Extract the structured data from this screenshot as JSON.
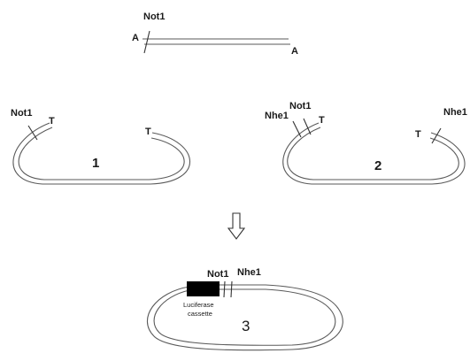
{
  "insert": {
    "site_label": "Not1",
    "end_left": "A",
    "end_right": "A"
  },
  "vector1": {
    "site_label": "Not1",
    "end_left": "T",
    "end_right": "T",
    "number": "1"
  },
  "vector2": {
    "site_label_a": "Not1",
    "site_label_b": "Nhe1",
    "site_label_c": "Nhe1",
    "end_left": "T",
    "end_right": "T",
    "number": "2"
  },
  "product": {
    "site_label_a": "Not1",
    "site_label_b": "Nhe1",
    "cassette_line1": "Luciferase",
    "cassette_line2": "cassette",
    "number": "3"
  },
  "colors": {
    "strand": "#5a5a5a",
    "text": "#1a1a1a",
    "cassette": "#000000"
  },
  "icons": {
    "arrow": "down-arrow-icon"
  }
}
